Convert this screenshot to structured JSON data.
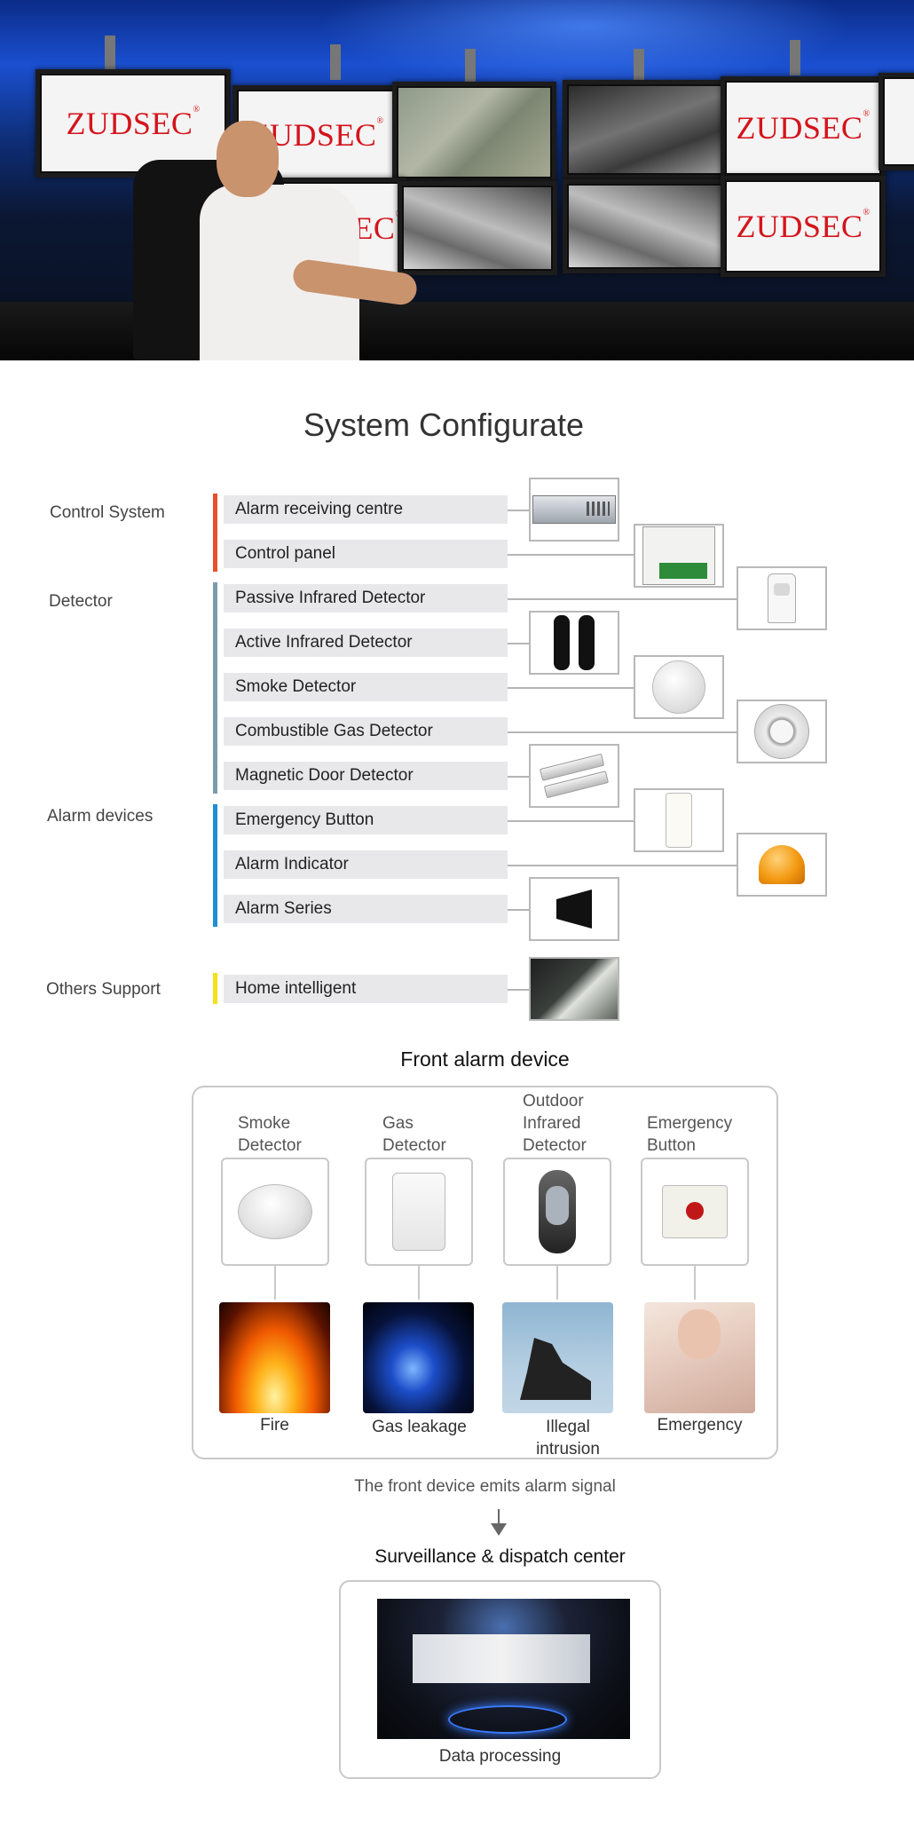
{
  "hero": {
    "brand": "ZUDSEC",
    "brand_mark": "®"
  },
  "system": {
    "title": "System Configurate",
    "categories": [
      {
        "label": "Control System",
        "color": "#e8502b"
      },
      {
        "label": "Detector",
        "color": "#7e9bab"
      },
      {
        "label": "Alarm devices",
        "color": "#1e8fd4"
      },
      {
        "label": "Others Support",
        "color": "#f4e11a"
      }
    ],
    "items": [
      {
        "label": "Alarm receiving centre",
        "icon": "alarm-receiver-icon"
      },
      {
        "label": "Control panel",
        "icon": "control-panel-icon"
      },
      {
        "label": "Passive Infrared Detector",
        "icon": "pir-detector-icon"
      },
      {
        "label": "Active Infrared Detector",
        "icon": "beam-detector-icon"
      },
      {
        "label": "Smoke Detector",
        "icon": "smoke-detector-icon"
      },
      {
        "label": "Combustible Gas Detector",
        "icon": "gas-detector-icon"
      },
      {
        "label": "Magnetic Door Detector",
        "icon": "door-contact-icon"
      },
      {
        "label": "Emergency Button",
        "icon": "emergency-button-icon"
      },
      {
        "label": "Alarm Indicator",
        "icon": "strobe-light-icon"
      },
      {
        "label": "Alarm Series",
        "icon": "siren-icon"
      },
      {
        "label": "Home intelligent",
        "icon": "smart-home-icon"
      }
    ]
  },
  "front": {
    "title": "Front alarm device",
    "devices": [
      {
        "label": "Smoke\nDetector",
        "scene": "Fire"
      },
      {
        "label": "Gas\nDetector",
        "scene": "Gas leakage"
      },
      {
        "label": "Outdoor\nInfrared\nDetector",
        "scene": "Illegal\nintrusion"
      },
      {
        "label": "Emergency\nButton",
        "scene": "Emergency"
      }
    ],
    "note": "The front device emits alarm signal"
  },
  "center": {
    "title": "Surveillance & dispatch center",
    "label": "Data processing"
  }
}
